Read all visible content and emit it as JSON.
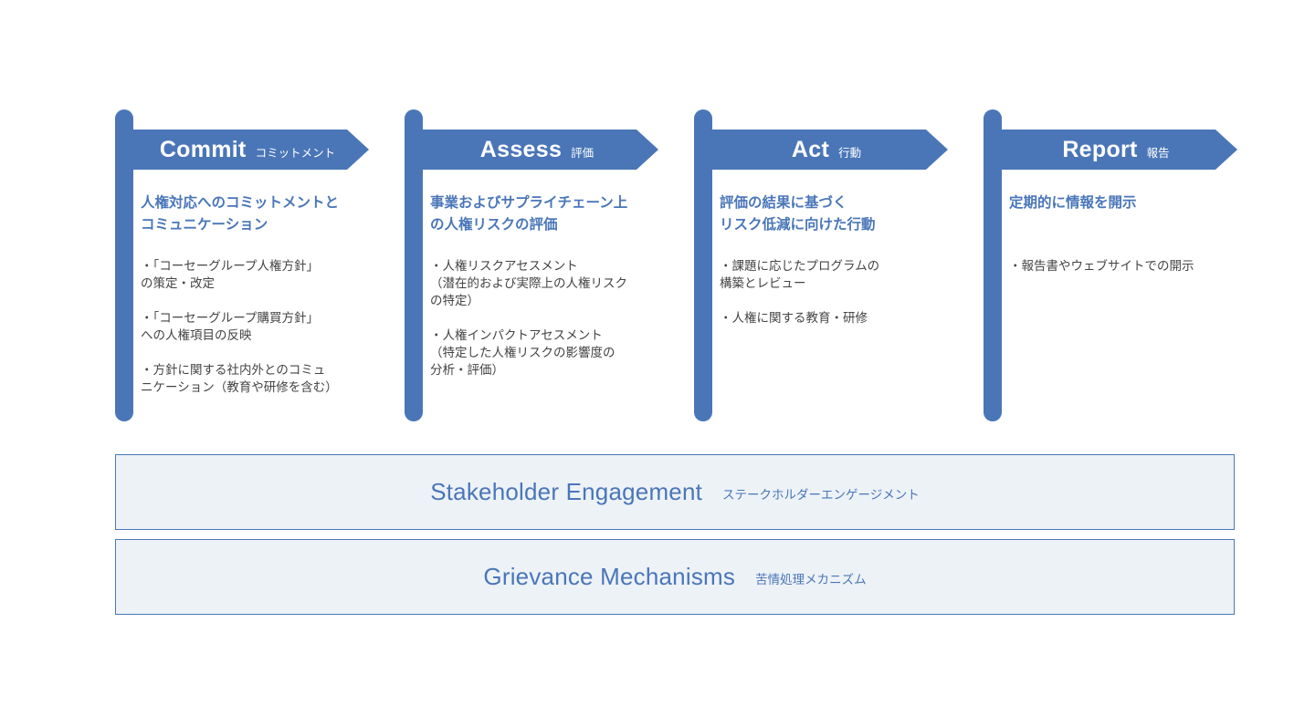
{
  "steps": [
    {
      "title": "Commit",
      "subtitle": "コミットメント",
      "heading": "人権対応へのコミットメントと\nコミュニケーション",
      "items": [
        "・「コーセーグループ人権方針」\nの策定・改定",
        "・「コーセーグループ購買方針」\nへの人権項目の反映",
        "・方針に関する社内外とのコミュ\nニケーション（教育や研修を含む）"
      ]
    },
    {
      "title": "Assess",
      "subtitle": "評価",
      "heading": "事業およびサプライチェーン上\nの人権リスクの評価",
      "items": [
        "・人権リスクアセスメント\n（潜在的および実際上の人権リスク\nの特定）",
        "・人権インパクトアセスメント\n（特定した人権リスクの影響度の\n分析・評価）"
      ]
    },
    {
      "title": "Act",
      "subtitle": "行動",
      "heading": "評価の結果に基づく\nリスク低減に向けた行動",
      "items": [
        "・課題に応じたプログラムの\n構築とレビュー",
        "・人権に関する教育・研修"
      ]
    },
    {
      "title": "Report",
      "subtitle": "報告",
      "heading": "定期的に情報を開示",
      "items": [
        "・報告書やウェブサイトでの開示"
      ]
    }
  ],
  "bands": [
    {
      "title": "Stakeholder Engagement",
      "subtitle": "ステークホルダーエンゲージメント"
    },
    {
      "title": "Grievance Mechanisms",
      "subtitle": "苦情処理メカニズム"
    }
  ],
  "colors": {
    "accent": "#4a76b8",
    "band_fill": "#edf2f7",
    "body_text": "#444444"
  }
}
